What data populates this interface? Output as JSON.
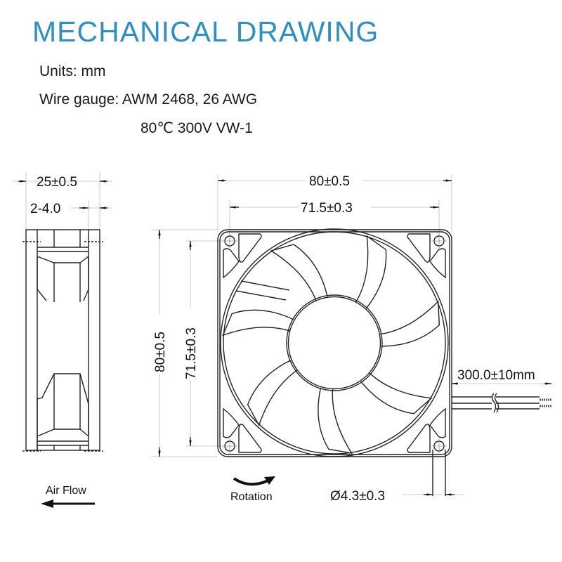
{
  "header": {
    "title": "MECHANICAL DRAWING",
    "title_color": "#2e8fc0",
    "units": "Units: mm",
    "wire_gauge": "Wire gauge: AWM 2468, 26 AWG",
    "wire_rating": "80℃ 300V VW-1"
  },
  "side_view": {
    "thickness": "25±0.5",
    "flange": "2-4.0",
    "airflow_label": "Air Flow",
    "airflow_icon": "arrow-left-icon"
  },
  "front_view": {
    "width": "80±0.5",
    "hole_spacing_h": "71.5±0.3",
    "height": "80±0.5",
    "hole_spacing_v": "71.5±0.3",
    "cable_length": "300.0±10mm",
    "hole_diameter": "Ø4.3±0.3",
    "rotation_label": "Rotation",
    "rotation_icon": "clockwise-arrow-icon",
    "blade_count": 7
  }
}
